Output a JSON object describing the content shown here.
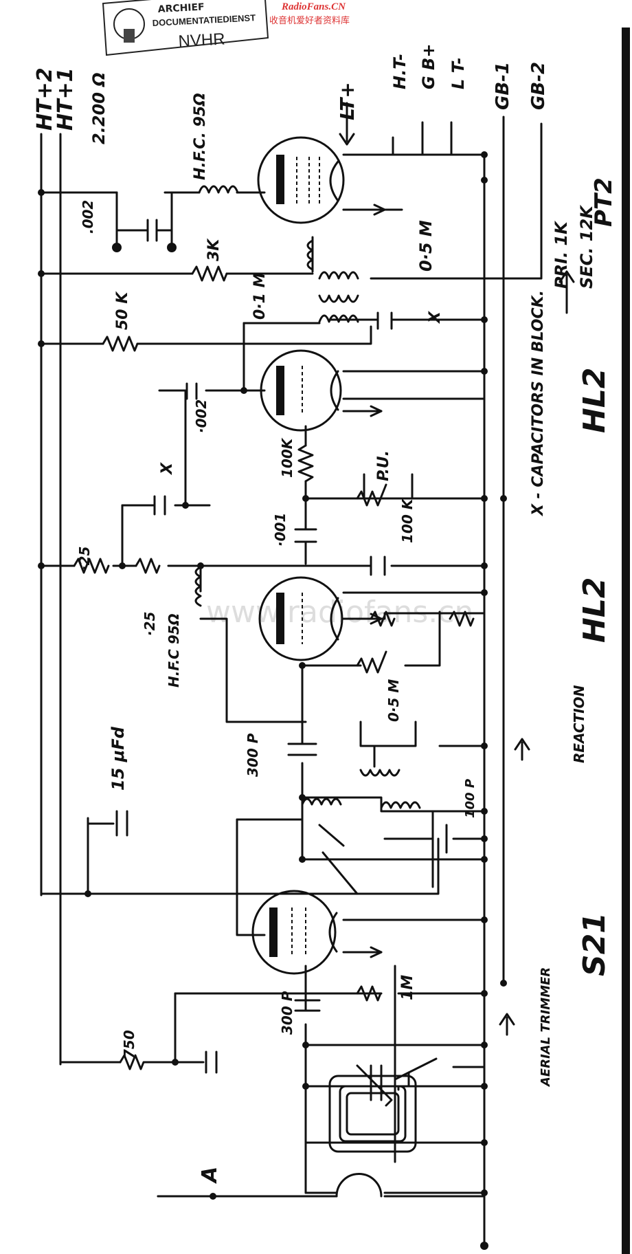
{
  "stamp": {
    "line1": "ARCHIEF",
    "line2": "DOCUMENTATIEDIENST",
    "line3": "NVHR"
  },
  "watermark_top": "RadioFans.CN",
  "watermark_top_cn": "收音机爱好者资料库",
  "watermark_center": "www.radiofans.cn",
  "rails": {
    "ht2": "HT+2",
    "ht1": "HT+1",
    "lt_plus": "LT+",
    "ht_minus": "H.T-",
    "gb_plus": "G B+",
    "lt_minus": "L T-",
    "gb1": "GB-1",
    "gb2": "GB-2",
    "aerial": "A"
  },
  "components": {
    "r_2200": "2.200 Ω",
    "c_002_top": ".002",
    "hfc_top": "H.F.C. 95Ω",
    "r_3k": "3K",
    "t_05m": "0·5 M",
    "r_50k": "50 K",
    "r_01m": "0·1 M",
    "c_x1": "X",
    "c_002_mid": "·002",
    "c_x2": "X",
    "r_100k_a": "100K",
    "pu": "P.U.",
    "c_001": "·001",
    "r_100k_b": "100 K",
    "r_25a": "·25",
    "r_25b": "·25",
    "hfc_mid": "H.F.C 95Ω",
    "r_05m": "0·5 M",
    "c_300p_a": "300 P",
    "c_15mfd": "15 μFd",
    "c_100p": "100 P",
    "r_750": "750",
    "c_300p_b": "300 P",
    "r_1m": "1M"
  },
  "notes": {
    "pri": "PRI. 1K",
    "sec": "SEC. 12K",
    "capacitors_block": "X - CAPACITORS IN BLOCK.",
    "reaction": "REACTION",
    "aerial_trimmer": "AERIAL TRIMMER"
  },
  "valves": {
    "v1": "PT2",
    "v2": "HL2",
    "v3": "HL2",
    "v4": "S21"
  }
}
